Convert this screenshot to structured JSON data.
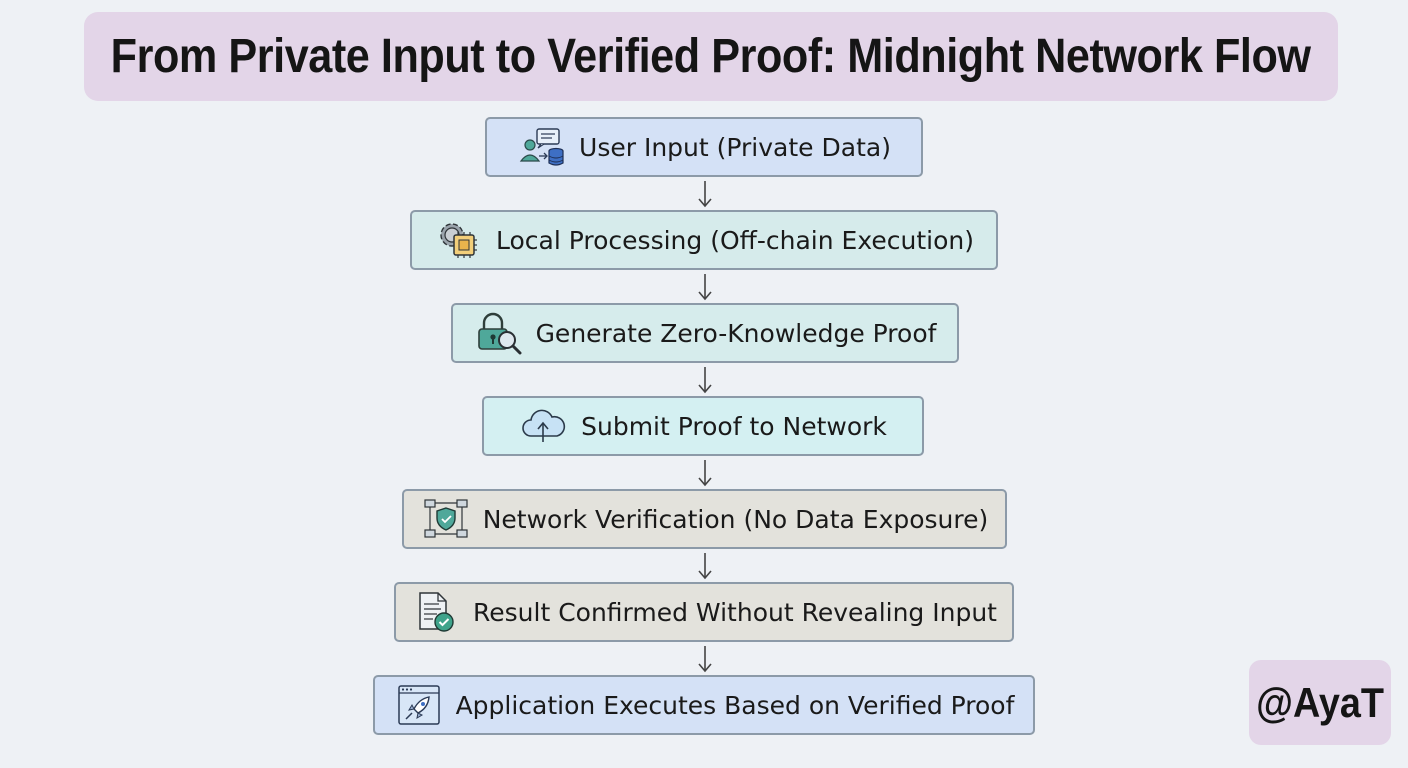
{
  "title": "From Private Input to Verified Proof: Midnight Network Flow",
  "watermark": "@AyaT",
  "colors": {
    "title_bg": "#e3d5e8",
    "step_blue": "#d4e1f6",
    "step_teal": "#d6ebeb",
    "step_green": "#d6ecec",
    "step_cyan": "#d4f0f2",
    "step_gray": "#e3e2dc",
    "arrow": "#444444"
  },
  "steps": [
    {
      "label": "User Input (Private Data)",
      "icon": "user-database-icon"
    },
    {
      "label": "Local Processing (Off-chain Execution)",
      "icon": "gear-chip-icon"
    },
    {
      "label": "Generate Zero-Knowledge Proof",
      "icon": "lock-magnifier-icon"
    },
    {
      "label": "Submit Proof to Network",
      "icon": "cloud-upload-icon"
    },
    {
      "label": "Network Verification (No Data Exposure)",
      "icon": "network-shield-icon"
    },
    {
      "label": "Result Confirmed Without Revealing Input",
      "icon": "document-check-icon"
    },
    {
      "label": "Application Executes Based on Verified Proof",
      "icon": "app-rocket-icon"
    }
  ]
}
